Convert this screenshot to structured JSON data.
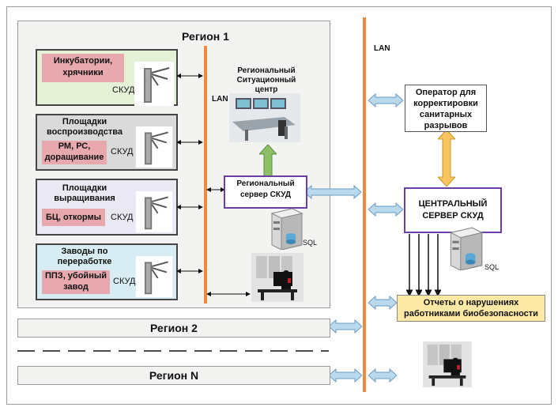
{
  "region1": {
    "title": "Регион 1"
  },
  "lan_labels": {
    "left": "LAN",
    "right": "LAN"
  },
  "sites": [
    {
      "title": "Инкубатории, хрячники",
      "system": "СКУД"
    },
    {
      "title": "Площадки воспроизводства",
      "detail": "РМ, РС, доращивание",
      "system": "СКУД"
    },
    {
      "title": "Площадки выращивания",
      "detail": "БЦ, откормы",
      "system": "СКУД"
    },
    {
      "title": "Заводы по переработке",
      "detail": "ППЗ, убойный завод",
      "system": "СКУД"
    }
  ],
  "situation_center": {
    "label": "Региональный Ситуационный центр"
  },
  "regional_server": {
    "label": "Региональный сервер СКУД",
    "db": "SQL"
  },
  "operator": {
    "label": "Оператор для корректировки санитарных разрывов"
  },
  "central_server": {
    "label": "ЦЕНТРАЛЬНЫЙ СЕРВЕР СКУД",
    "db": "SQL"
  },
  "reports": {
    "label": "Отчеты о нарушениях работниками биобезопасности"
  },
  "region2": {
    "title": "Регион 2"
  },
  "regionN": {
    "title": "Регион N"
  },
  "colors": {
    "lan": "#f08a3a",
    "card_green": "#e5f1d7",
    "card_gray": "#dadada",
    "card_lavender": "#e9e8f3",
    "card_blue": "#d7edf3",
    "detail_pink": "#e7a9ad",
    "server_border": "#6b3fa6",
    "reports_bg": "#fde8a6",
    "arrow_blue": "#b9d9ee",
    "arrow_green": "#8cc067",
    "arrow_gold": "#f7c460"
  }
}
